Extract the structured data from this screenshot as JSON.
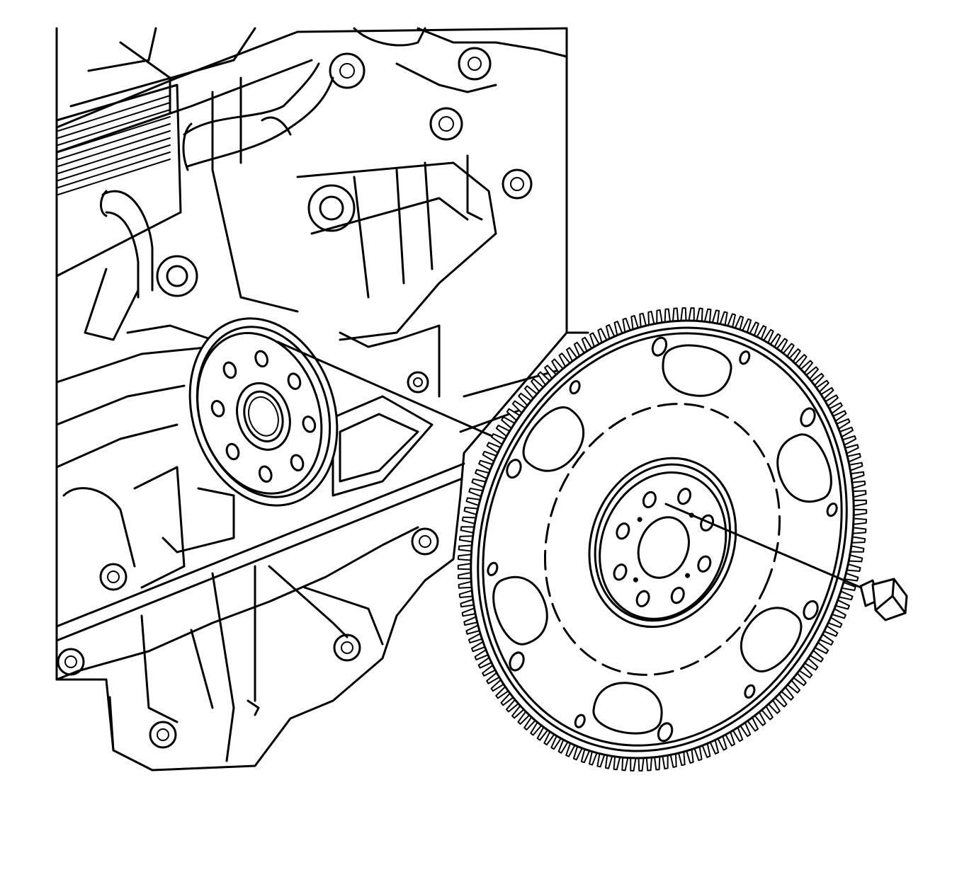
{
  "figure": {
    "type": "exploded-view line illustration",
    "colors": {
      "line": "#000000",
      "background": "#ffffff"
    },
    "components": [
      {
        "id": "engine-block",
        "label": ""
      },
      {
        "id": "crankshaft-flange",
        "label": ""
      },
      {
        "id": "flywheel",
        "label": ""
      },
      {
        "id": "flywheel-bolt",
        "label": ""
      }
    ],
    "flywheel": {
      "mounting_holes": 6,
      "bolt_holes": 8
    },
    "crankshaft_flange": {
      "bolt_holes": 8
    },
    "alignment_lines": 2
  }
}
